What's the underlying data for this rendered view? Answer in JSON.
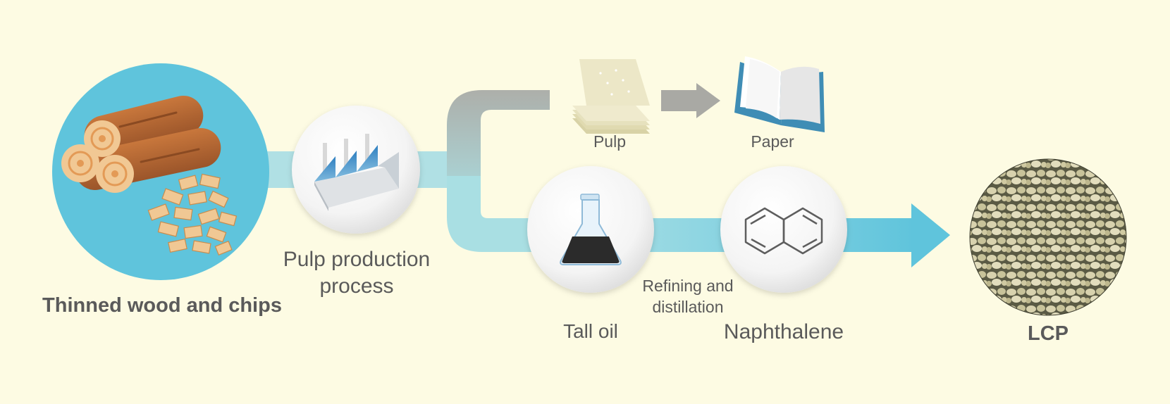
{
  "diagram": {
    "nodes": {
      "wood": {
        "label": "Thinned wood and chips"
      },
      "pulp_process": {
        "label_line1": "Pulp production",
        "label_line2": "process"
      },
      "pulp": {
        "label": "Pulp"
      },
      "paper": {
        "label": "Paper"
      },
      "tall_oil": {
        "label": "Tall oil"
      },
      "naphthalene": {
        "label": "Naphthalene"
      },
      "lcp": {
        "label": "LCP"
      }
    },
    "edges": {
      "refining": {
        "label_line1": "Refining and",
        "label_line2": "distillation"
      }
    },
    "colors": {
      "background": "#fdfbe3",
      "wood_circle": "#5fc4dc",
      "flow_light": "#a9dfe3",
      "flow_main": "#5fc4dc",
      "flow_gray": "#a9a9a4",
      "text": "#5a5a5a"
    }
  }
}
